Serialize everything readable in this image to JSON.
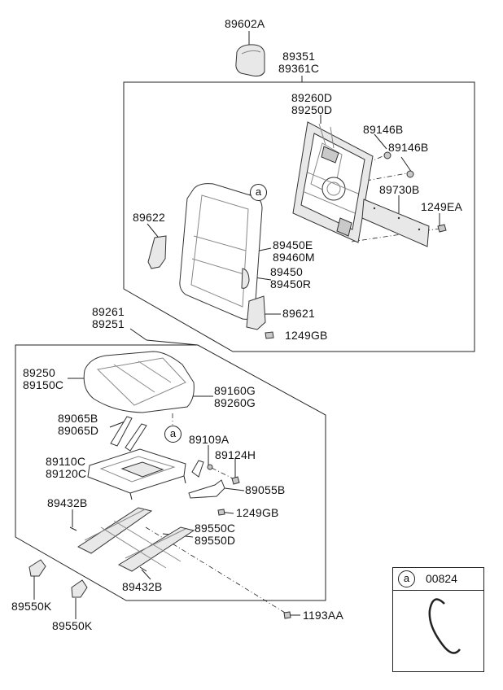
{
  "diagram": {
    "upper_assembly": {
      "headrest": "89602A",
      "backrest_group": [
        "89351",
        "89361C"
      ],
      "frame": [
        "89260D",
        "89250D"
      ],
      "clip_1": "89146B",
      "clip_2": "89146B",
      "panel": "89730B",
      "bolt_panel": "1249EA",
      "side_cover": "89622",
      "back_pad": [
        "89450E",
        "89460M"
      ],
      "back_cover": [
        "89450",
        "89450R"
      ],
      "hinge_cover": "89621",
      "bolt_hinge": "1249GB",
      "callout": "a"
    },
    "lower_assembly": {
      "cushion_group": [
        "89261",
        "89251"
      ],
      "cushion_pad": [
        "89250",
        "89150C"
      ],
      "cushion_cover": [
        "89160G",
        "89260G"
      ],
      "bracket": [
        "89065B",
        "89065D"
      ],
      "callout": "a",
      "pin": "89109A",
      "screw": "89124H",
      "cushion_frame": [
        "89110C",
        "89120C"
      ],
      "hinge_bracket": "89055B",
      "bolt_hinge": "1249GB",
      "rivet_1": "89432B",
      "rivet_2": "89432B",
      "track": [
        "89550C",
        "89550D"
      ],
      "bolt_track": "1193AA",
      "cover_left": "89550K",
      "cover_right": "89550K"
    },
    "legend": {
      "callout": "a",
      "part": "00824"
    }
  }
}
